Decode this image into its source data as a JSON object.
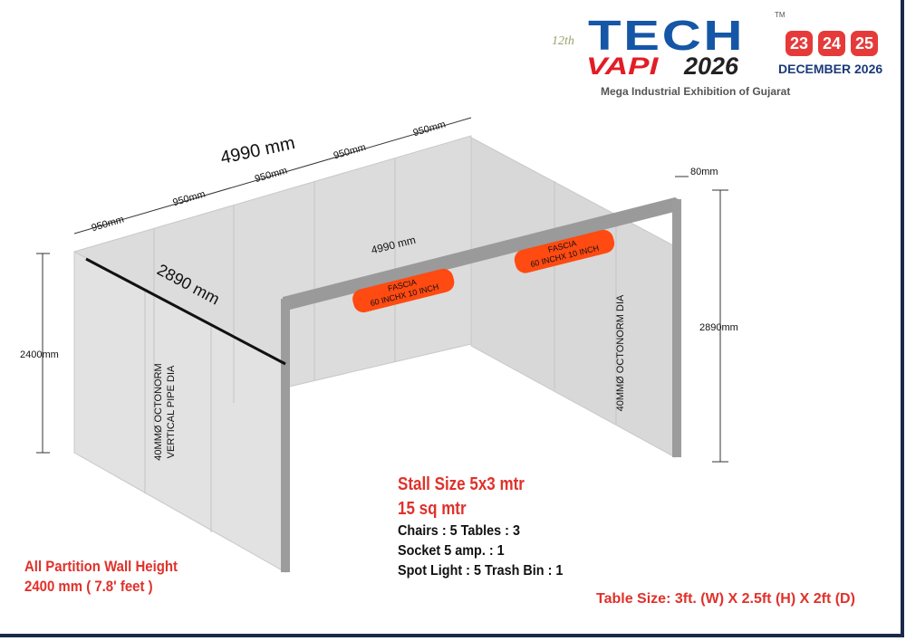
{
  "logo": {
    "edition": "12th",
    "brand_top": "TECH",
    "tm": "TM",
    "brand_bottom": "VAPI",
    "year": "2026",
    "dates": [
      "23",
      "24",
      "25"
    ],
    "month": "DECEMBER 2026",
    "tagline": "Mega Industrial Exhibition of Gujarat"
  },
  "dimensions": {
    "overall_width": "4990 mm",
    "segments": [
      "950mm",
      "950mm",
      "950mm",
      "950mm",
      "950mm"
    ],
    "depth": "2890 mm",
    "beam_width": "4990 mm",
    "beam_thickness": "80mm",
    "left_height": "2400mm",
    "right_height": "2890mm"
  },
  "fascia": [
    {
      "line1": "FASCIA",
      "line2": "60 INCHX 10 INCH"
    },
    {
      "line1": "FASCIA",
      "line2": "60 INCHX 10 INCH"
    }
  ],
  "pipe_labels": {
    "left_line1": "40MMØ OCTONORM",
    "left_line2": "VERTICAL PIPE  DIA",
    "right": "40MMØ OCTONORM DIA"
  },
  "stall": {
    "size": "Stall Size 5x3 mtr",
    "area": "15 sq mtr",
    "line1": "Chairs : 5 Tables : 3",
    "line2": "Socket 5 amp. : 1",
    "line3": "Spot Light : 5 Trash Bin : 1"
  },
  "wall_note": {
    "line1": "All Partition Wall Height",
    "line2": "2400 mm  ( 7.8' feet )"
  },
  "table_size": "Table Size: 3ft. (W) X 2.5ft (H) X 2ft (D)",
  "colors": {
    "fascia": "#ff4a12",
    "accent_red": "#e0312a",
    "brand_blue": "#1556a6"
  }
}
